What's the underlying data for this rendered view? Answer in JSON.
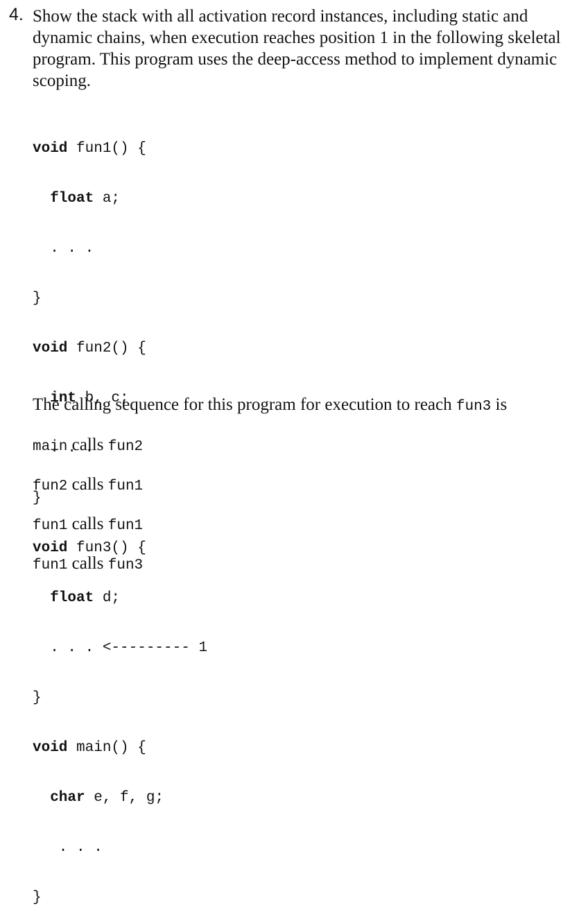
{
  "question": {
    "number": "4.",
    "text": "Show the stack with all activation record instances, including static and dynamic chains, when execution reaches position 1 in the following skeletal program. This program uses the deep-access method to implement dynamic scoping."
  },
  "code_lines": [
    {
      "kw": "void",
      "rest": " fun1() {"
    },
    {
      "kw": "  float",
      "rest": " a;"
    },
    {
      "kw": "",
      "rest": "  . . ."
    },
    {
      "kw": "",
      "rest": "}"
    },
    {
      "kw": "void",
      "rest": " fun2() {"
    },
    {
      "kw": "  int",
      "rest": " b, c;"
    },
    {
      "kw": "",
      "rest": "  . . ."
    },
    {
      "kw": "",
      "rest": "}"
    },
    {
      "kw": "void",
      "rest": " fun3() {"
    },
    {
      "kw": "  float",
      "rest": " d;"
    },
    {
      "kw": "",
      "rest": "  . . . <--------- 1"
    },
    {
      "kw": "",
      "rest": "}"
    },
    {
      "kw": "void",
      "rest": " main() {"
    },
    {
      "kw": "  char",
      "rest": " e, f, g;"
    },
    {
      "kw": "",
      "rest": "   . . ."
    },
    {
      "kw": "",
      "rest": "}"
    }
  ],
  "sequence": {
    "intro_text": "The calling sequence for this program for execution to reach ",
    "intro_code": "fun3",
    "intro_end": " is",
    "calls": [
      {
        "caller": "main",
        "verb": " calls ",
        "callee": "fun2"
      },
      {
        "caller": "fun2",
        "verb": " calls ",
        "callee": "fun1"
      },
      {
        "caller": "fun1",
        "verb": " calls ",
        "callee": "fun1"
      },
      {
        "caller": "fun1",
        "verb": " calls ",
        "callee": "fun3"
      }
    ]
  }
}
